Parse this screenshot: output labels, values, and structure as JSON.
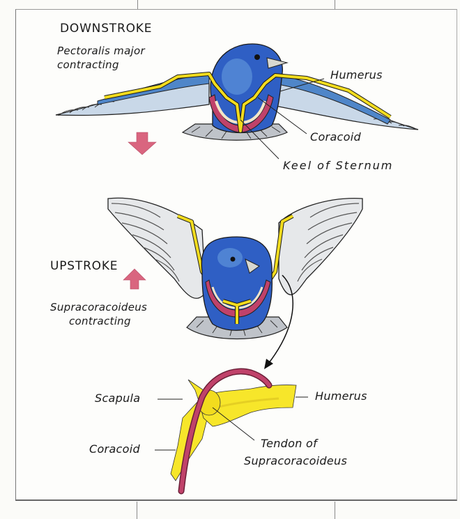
{
  "downstroke": {
    "title": "DOWNSTROKE",
    "muscle_line1": "Pectoralis major",
    "muscle_line2": "contracting",
    "labels": {
      "humerus": "Humerus",
      "coracoid": "Coracoid",
      "keel": "Keel of Sternum"
    },
    "arrow_direction": "down"
  },
  "upstroke": {
    "title": "UPSTROKE",
    "muscle_line1": "Supracoracoideus",
    "muscle_line2": "contracting",
    "arrow_direction": "up"
  },
  "detail": {
    "labels": {
      "scapula": "Scapula",
      "humerus": "Humerus",
      "coracoid": "Coracoid",
      "tendon_line1": "Tendon of",
      "tendon_line2": "Supracoracoideus"
    }
  },
  "colors": {
    "bird_blue": "#2f5fc4",
    "bone_yellow": "#f2dc1e",
    "muscle_red": "#c0426a",
    "arrow_pink": "#d9657f",
    "feather_grey": "#c9cdd2"
  }
}
